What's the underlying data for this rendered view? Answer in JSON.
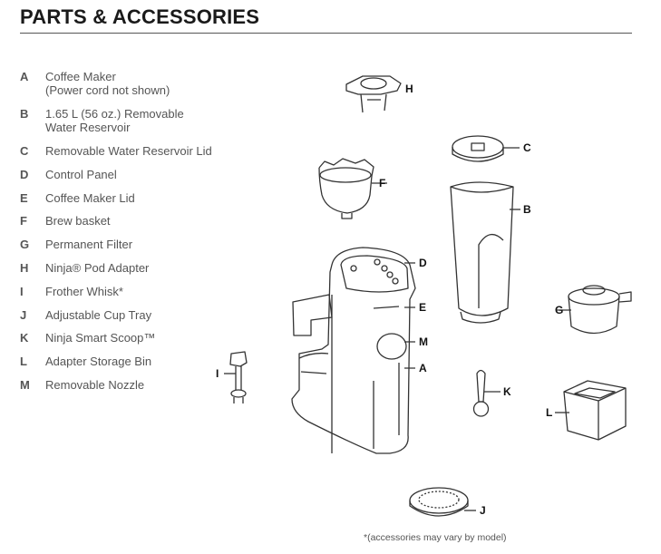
{
  "title": "PARTS & ACCESSORIES",
  "parts": [
    {
      "letter": "A",
      "label": "Coffee Maker",
      "sub": "(Power cord not shown)"
    },
    {
      "letter": "B",
      "label": "1.65 L (56 oz.) Removable",
      "sub": "Water Reservoir"
    },
    {
      "letter": "C",
      "label": "Removable Water Reservoir Lid"
    },
    {
      "letter": "D",
      "label": "Control Panel"
    },
    {
      "letter": "E",
      "label": "Coffee Maker Lid"
    },
    {
      "letter": "F",
      "label": "Brew basket"
    },
    {
      "letter": "G",
      "label": "Permanent Filter"
    },
    {
      "letter": "H",
      "label": "Ninja® Pod Adapter"
    },
    {
      "letter": "I",
      "label": "Frother Whisk*"
    },
    {
      "letter": "J",
      "label": "Adjustable Cup Tray"
    },
    {
      "letter": "K",
      "label": "Ninja Smart Scoop™"
    },
    {
      "letter": "L",
      "label": "Adapter Storage Bin"
    },
    {
      "letter": "M",
      "label": "Removable Nozzle"
    }
  ],
  "callouts": {
    "A": "A",
    "B": "B",
    "C": "C",
    "D": "D",
    "E": "E",
    "F": "F",
    "G": "G",
    "H": "H",
    "I": "I",
    "J": "J",
    "K": "K",
    "L": "L",
    "M": "M"
  },
  "footnote": "*(accessories may vary by model)"
}
